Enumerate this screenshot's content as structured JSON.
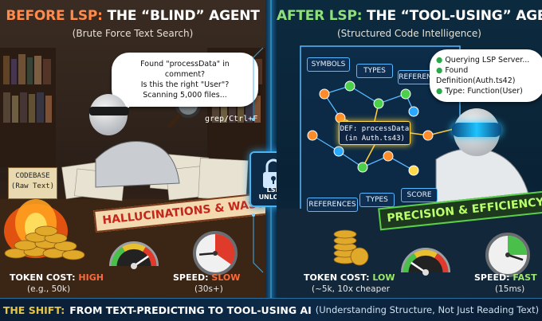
{
  "left": {
    "title_a": "BEFORE LSP:",
    "title_b": "THE “BLIND” AGENT",
    "subtitle": "(Brute Force Text Search)",
    "bubble_lines": [
      "Found \"processData\" in comment?",
      "Is this the right \"User\"?",
      "Scanning 5,000 files..."
    ],
    "grep_label": "grep/Ctrl+F",
    "codebase_title": "CODEBASE",
    "codebase_sub": "(Raw Text)",
    "banner": "HALLUCINATIONS & WASTE",
    "token_label": "TOKEN COST:",
    "token_value": "HIGH",
    "token_sub": "(e.g., 50k)",
    "speed_label": "SPEED:",
    "speed_value": "SLOW",
    "speed_sub": "(30s+)"
  },
  "center": {
    "lock_label": "LSP UNLOCK"
  },
  "right": {
    "title_a": "AFTER LSP:",
    "title_b": "THE “TOOL-USING” AGENT",
    "subtitle": "(Structured Code Intelligence)",
    "bubble_lines": [
      "Querying LSP Server...",
      "Found Definition(Auth.ts42)",
      "Type: Function(User)"
    ],
    "graph_labels": {
      "symbols": "SYMBOLS",
      "types": "TYPES",
      "reference": "REFERENCE",
      "references": "REFERENCES",
      "types2": "TYPES",
      "score": "SCORE",
      "def_line1": "DEF: processData",
      "def_line2": "(in Auth.ts43)"
    },
    "banner": "PRECISION & EFFICIENCY",
    "token_label": "TOKEN COST:",
    "token_value": "LOW",
    "token_sub": "(~5k, 10x cheaper",
    "speed_label": "SPEED:",
    "speed_value": "FAST",
    "speed_sub": "(15ms)"
  },
  "footer": {
    "lead": "THE SHIFT:",
    "main": "FROM TEXT-PREDICTING TO TOOL-USING AI",
    "paren": "(Understanding Structure, Not Just Reading Text)"
  },
  "gauges": {
    "left_token_level": 0.85,
    "left_speed_level": 0.15,
    "right_token_level": 0.15,
    "right_speed_level": 0.9
  },
  "colors": {
    "accent_red": "#ff6a3a",
    "accent_green": "#9be86a",
    "accent_blue": "#4ab4f0"
  }
}
